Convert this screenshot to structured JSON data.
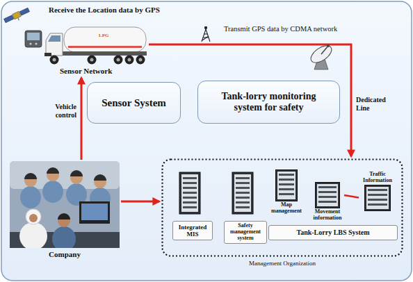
{
  "diagram": {
    "nodes": [
      {
        "text": [
          "LPG",
          "Sensor Network"
        ]
      },
      {
        "text": [
          "Sensor System"
        ]
      },
      {
        "text": [
          "Tank-lorry monitoring system for safety"
        ]
      },
      {
        "text": [
          "Company"
        ]
      },
      {
        "text": [
          "Management Organization"
        ]
      },
      {
        "text": [
          "Integrated MIS"
        ],
        "in": 4
      },
      {
        "text": [
          "Safety management system"
        ],
        "in": 4
      },
      {
        "text": [
          "Map management"
        ],
        "in": 4
      },
      {
        "text": [
          "Movement information"
        ],
        "in": 4
      },
      {
        "text": [
          "Traffic Information"
        ],
        "in": 4
      },
      {
        "text": [
          "Tank-Lorry LBS System"
        ],
        "in": 4
      }
    ],
    "edges": [
      {
        "from": 0,
        "to": 4,
        "arrow": "to",
        "label": "Transmit GPS data by CDMA network"
      },
      {
        "from": 3,
        "to": 0,
        "arrow": "to",
        "label": "Vehicle control"
      },
      {
        "from": 3,
        "to": 4,
        "arrow": "to"
      },
      {
        "from": 8,
        "to": 9,
        "arrow": "none"
      }
    ],
    "labels": [
      "Receive the Location data by GPS",
      "Dedicated Line"
    ]
  }
}
